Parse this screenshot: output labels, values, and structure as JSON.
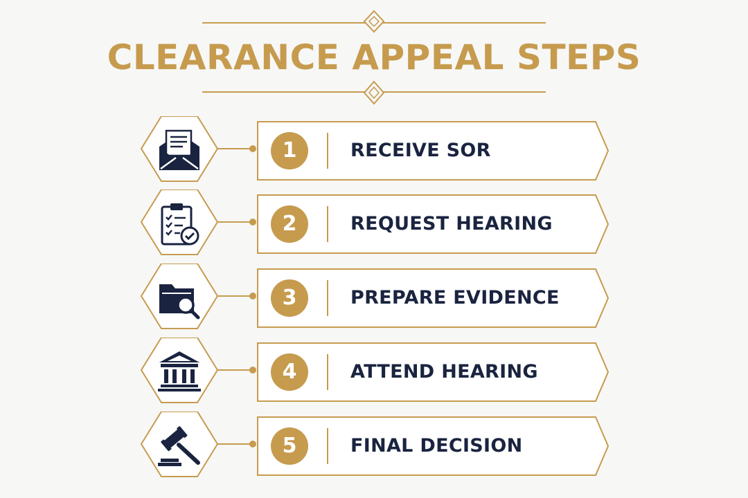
{
  "title": "CLEARANCE APPEAL STEPS",
  "colors": {
    "gold": "#c69b4e",
    "navy": "#1a2440",
    "background": "#f7f7f6"
  },
  "steps": [
    {
      "number": "1",
      "label": "RECEIVE SOR",
      "icon": "envelope-letter-icon"
    },
    {
      "number": "2",
      "label": "REQUEST HEARING",
      "icon": "clipboard-checklist-icon"
    },
    {
      "number": "3",
      "label": "PREPARE EVIDENCE",
      "icon": "folder-search-icon"
    },
    {
      "number": "4",
      "label": "ATTEND HEARING",
      "icon": "courthouse-icon"
    },
    {
      "number": "5",
      "label": "FINAL DECISION",
      "icon": "gavel-icon"
    }
  ]
}
